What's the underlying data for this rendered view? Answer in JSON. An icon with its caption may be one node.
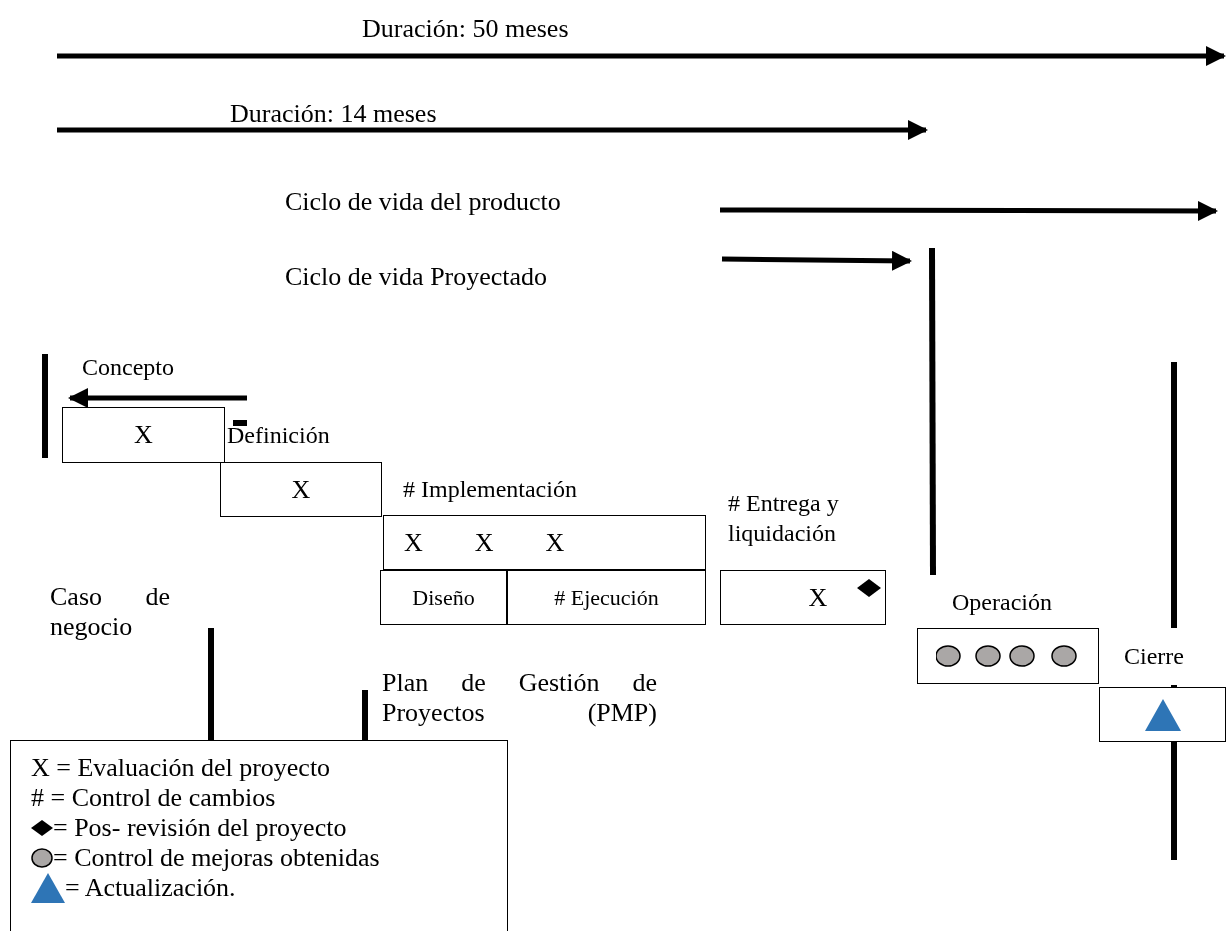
{
  "diagram": {
    "nodes": [
      {
        "text": [
          "Concepto",
          "X"
        ]
      },
      {
        "text": [
          "Definición",
          "X"
        ]
      },
      {
        "text": [
          "# Implementación",
          "X",
          "X",
          "X"
        ]
      },
      {
        "text": [
          "Diseño"
        ]
      },
      {
        "text": [
          "# Ejecución"
        ]
      },
      {
        "text": [
          "# Entrega y liquidación",
          "X"
        ]
      },
      {
        "text": [
          "Operación"
        ]
      },
      {
        "text": [
          "Cierre"
        ]
      }
    ],
    "labels": [
      "Duración: 50 meses",
      "Duración: 14 meses",
      "Ciclo de vida del producto",
      "Ciclo de vida Proyectado",
      "Caso de negocio",
      "Plan de Gestión de Proyectos (PMP)"
    ],
    "legend": [
      {
        "text": "X = Evaluación del proyecto"
      },
      {
        "text": "# = Control de cambios"
      },
      {
        "text": "= Pos- revisión del proyecto"
      },
      {
        "text": "= Control de mejoras obtenidas"
      },
      {
        "text": "= Actualización."
      }
    ]
  }
}
